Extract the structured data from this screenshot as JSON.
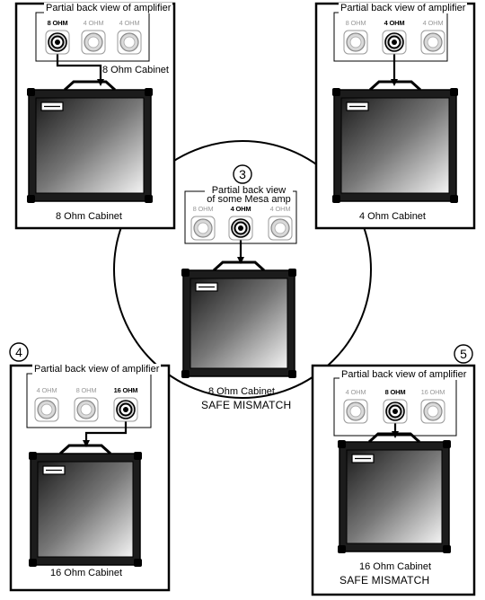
{
  "panels": [
    {
      "id": "top-left",
      "number": "",
      "amp_title": "Partial back view of amplifier",
      "jacks": [
        "8 OHM",
        "4 OHM",
        "4 OHM"
      ],
      "active_jack": 0,
      "cabinet_top_label": "8 Ohm   Cabinet",
      "cabinet_label": "8 Ohm Cabinet",
      "note": ""
    },
    {
      "id": "top-right",
      "number": "",
      "amp_title": "Partial back view of amplifier",
      "jacks": [
        "8 OHM",
        "4 OHM",
        "4 OHM"
      ],
      "active_jack": 1,
      "cabinet_top_label": "",
      "cabinet_label": "4 Ohm Cabinet",
      "note": ""
    },
    {
      "id": "center",
      "number": "3",
      "amp_title": "Partial back view of some Mesa amp",
      "jacks": [
        "8 OHM",
        "4 OHM",
        "4 OHM"
      ],
      "active_jack": 1,
      "cabinet_top_label": "",
      "cabinet_label": "8 Ohm   Cabinet",
      "note": "SAFE MISMATCH"
    },
    {
      "id": "bottom-left",
      "number": "4",
      "amp_title": "Partial back view of amplifier",
      "jacks": [
        "4 OHM",
        "8 OHM",
        "16 OHM"
      ],
      "active_jack": 2,
      "cabinet_top_label": "",
      "cabinet_label": "16 Ohm   Cabinet",
      "note": ""
    },
    {
      "id": "bottom-right",
      "number": "5",
      "amp_title": "Partial back view of amplifier",
      "jacks": [
        "4 OHM",
        "8 OHM",
        "16 OHM"
      ],
      "active_jack": 1,
      "cabinet_top_label": "",
      "cabinet_label": "16 Ohm   Cabinet",
      "note": "SAFE MISMATCH"
    }
  ]
}
